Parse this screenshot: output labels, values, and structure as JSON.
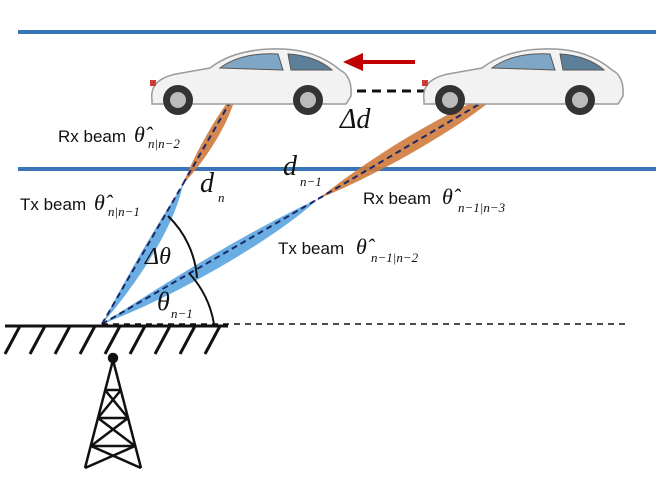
{
  "labels": {
    "rx_beam_1_prefix": "Rx beam",
    "rx_beam_1_symbol": "θ̂",
    "rx_beam_1_sub": "n|n−2",
    "tx_beam_1_prefix": "Tx beam",
    "tx_beam_1_symbol": "θ̂",
    "tx_beam_1_sub": "n|n−1",
    "rx_beam_2_prefix": "Rx beam",
    "rx_beam_2_symbol": "θ̂",
    "rx_beam_2_sub": "n−1|n−3",
    "tx_beam_2_prefix": "Tx beam",
    "tx_beam_2_symbol": "θ̂",
    "tx_beam_2_sub": "n−1|n−2",
    "delta_d": "Δd",
    "d_n_main": "d",
    "d_n_sub": "n",
    "d_n1_main": "d",
    "d_n1_sub": "n−1",
    "delta_theta": "Δθ",
    "theta_n1_main": "θ",
    "theta_n1_sub": "n−1"
  },
  "colors": {
    "road_line": "#3a74b8",
    "tx_beam": "#5aa4e0",
    "rx_beam": "#cf7a3c",
    "arrow": "#c00000",
    "car_body": "#f2f2f2"
  }
}
